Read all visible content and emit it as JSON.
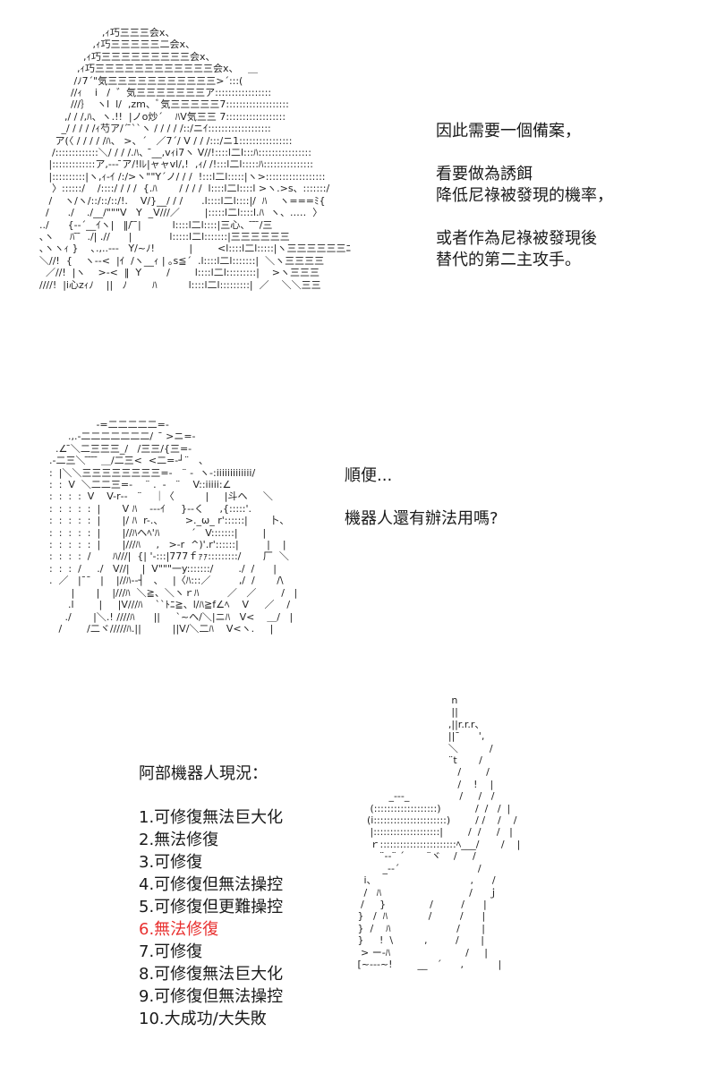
{
  "art_figure_top": [
    "                    ,ｨ巧三三三会x、",
    "                 ,ｨ巧三三三三三二会x、",
    "              ,ｨ巧三三三三三三三三三会x、",
    "            ,ｨ巧三三三三三三三三三三三三会x、   ＿",
    "           /ﾉ7´\"気三三三三三三三三三三三>´:::(",
    "          //ｨ    i   /  ゛気三三三三三三三ア:::::::::::::::::",
    "          ///｝  ヽl  l/  ,zm、ﾞ気三三三三三7:::::::::::::::::::",
    "        ,/ / /,ﾊ、ヽ.!!  |ノo炒´    ﾊV気三三 7::::::::::::::::::",
    "       _/ / / / /ｨ芍ア/´ ̄``ヽ / / / / /::/ニｲ:::::::::::::::::::",
    "     ア(〈 / / / / /ﾊ、 >、´   ／7´/ V / / /:::/ニ1::::::::::::::::",
    "    /:::::::::::::＼/ / / /.ﾊ、 ̄__,vｨi7ヽ V//!::::l二l:::ﾊ::::::::::::::::",
    "   |:::::::::::::ア,--‐ ̄ア/!lﾚ|ャャvl/,!  ,ｨ/ /!:::l二l:::::ﾊ:::::::::::::::",
    "   |::::::::::|ヽ,ｨ-ｲ /:/>ヽ\"\"Y´ノ/ / /  !:::l二l:::::|ヽ>::::::::::::::::::",
    "    〉::::::/    /::::/ / / /  {.ﾊ       / / / /  l::::l二l::::l >ヽ.>s、:::::::/",
    "   /    ヽ/ヽ/::/::/::/!.    V/}__/ / /      .l::::l二l::::|/  ﾊ    ヽ===ﾐ{",
    "  /      ./    ./__/\"\"\"V   Y  _V///／        |:::::l二l::::l.ﾊ  ヽ、.‥‥  〉",
    "../      {-‐´__ｲヽ|   ‖/ ̄ ̄|          l::::l二l::::|三心、 ̄ ̄ ̄/三",
    "､ヽ     ﾊ ̄ ̄  ./| .//      |            l:::::l二l:::::::|三三三三三三",
    "､ヽヽｨ }    ､.,..--‐   Y/~ﾉ!           |        <l::::l二l:::::|ヽ三三三三三三ﾆ",
    "＼//!  {    ヽ--<  |ｲ  /ヽ__ｨ | ｡s≦´  .l::::l二l:::::::|  ＼ヽ三三三三",
    "  ／//!  |ヽ    >-<  ‖  Y        /        l::::l二l:::::::::|    >ヽ三三三",
    "////!  |i心zｨﾉ    ||   ﾉ        ﾊ          l::::l二l:::::::::|  ／    ＼＼三三"
  ],
  "art_robot": [
    "                 -=二二二二二=-",
    "        .,.-二二二二二二二/   ̄ >ニ=-",
    "    .∠ ̄＼二三三三_/   /三三/{三=-",
    "  .-二三＼ ̄ ̄ ̄ ̄ ＿/二三<  <二=-┘¨   、",
    "  :  |＼＼三三三三三三三三=-   ¨ -  ヽ-:iiiiiiiiiiiii/",
    "  :  :  V  ＼二二三=-    ¨ .  -   ¨    V::iiiii:∠",
    "  :  :  :  :  V    V-r‐‐   ¨    ｜〈          |     |斗ヘ     ＼",
    "  :  :  :  :  :  |       V ﾊ    ‐‐‐ｲ     }‐‐く     ,{:::::'.",
    "  :  :  :  :  :  |       |/ ﾊ  r-.、       >._ω_ r'::::::|       卜、",
    "  :  :  :  :  :  |       |//ﾊヘﾍ'ﾊ          ´   V:::::::|        |",
    "  :  :  :  :  :  |       |///ﾊ     ,   >-r  ^)'.r'::::::|         |    |",
    "  :  :  :  :  /       ﾊ///|  {| '-:::|777ｆｧｧ:::::::::/       厂  ＼",
    "  :  :  :  /     ./   V//|    |  V\"\"\"一y:::::::/        ./  /      |",
    "  .  ／   |¯¯   |    |//ﾊ--┤   、   |〈ﾊ:::／         ,/  /       /\\",
    "         |       |    |///ﾊ  ＼≧、＼ヽｒﾊ         ／   ／        /   |",
    "        .l        |     |V///ﾊ    ``ﾄﾆ≧、l/ﾊ≧f∠ﾍ    V     ／    /",
    "       ./       |＼.! ////ﾊ      ||     `~ヘ/＼|ニﾊ   V<    ＿/   |",
    "     /        /二ヾ/////ﾊ.||          ||V/＼二ﾊ    V<ヽ.     |"
  ],
  "art_pointing_figure": [
    "                               n",
    "                               ||",
    "                              ,||r.r.r、",
    "                              ||¯      ',",
    "                              ＼          /",
    "                              ¨t       /",
    "                                 /        /",
    "                                 /    !    |",
    "           _-‐-_                /     /   /",
    "     (:::::::::::::::::::)           /  /   /  |",
    "    (i::::::::::::::::::::::)        / /    /    /",
    "     |::::::::::::::::::::|        /  /     /   |",
    "     ｒ:::::::::::::::::::::::ﾍ___/       /    |",
    "        ¨‐-¨ ´       ¨ヾ    /     /",
    "         _-‐´                         /",
    "   i、                              ,      /",
    "   /   ﾊ                            /     ｊ",
    "  /     }              /         /      |",
    " }   /  ﾊ             /         /      |",
    " }  /    ﾊ                     /       |",
    " }     !  \\          ,         /       |",
    "  > ー‐ﾊ                        /     |",
    " [~‐--~!        __   ´      ,           |"
  ],
  "para_top": [
    "因此需要一個備案，",
    "",
    "看要做為誘餌",
    "降低尼祿被發現的機率，",
    "",
    "或者作為尼祿被發現後",
    "替代的第二主攻手。"
  ],
  "para_middle": [
    "順便...",
    "",
    "機器人還有辦法用嗎?"
  ],
  "status": {
    "title": "阿部機器人現況：",
    "items": [
      "1.可修復無法巨大化",
      "2.無法修復",
      "3.可修復",
      "4.可修復但無法操控",
      "5.可修復但更難操控",
      "6.無法修復",
      "7.可修復",
      "8.可修復無法巨大化",
      "9.可修復但無法操控",
      "10.大成功/大失敗"
    ],
    "highlight_index": 5,
    "highlight_color": "#e8302f"
  }
}
